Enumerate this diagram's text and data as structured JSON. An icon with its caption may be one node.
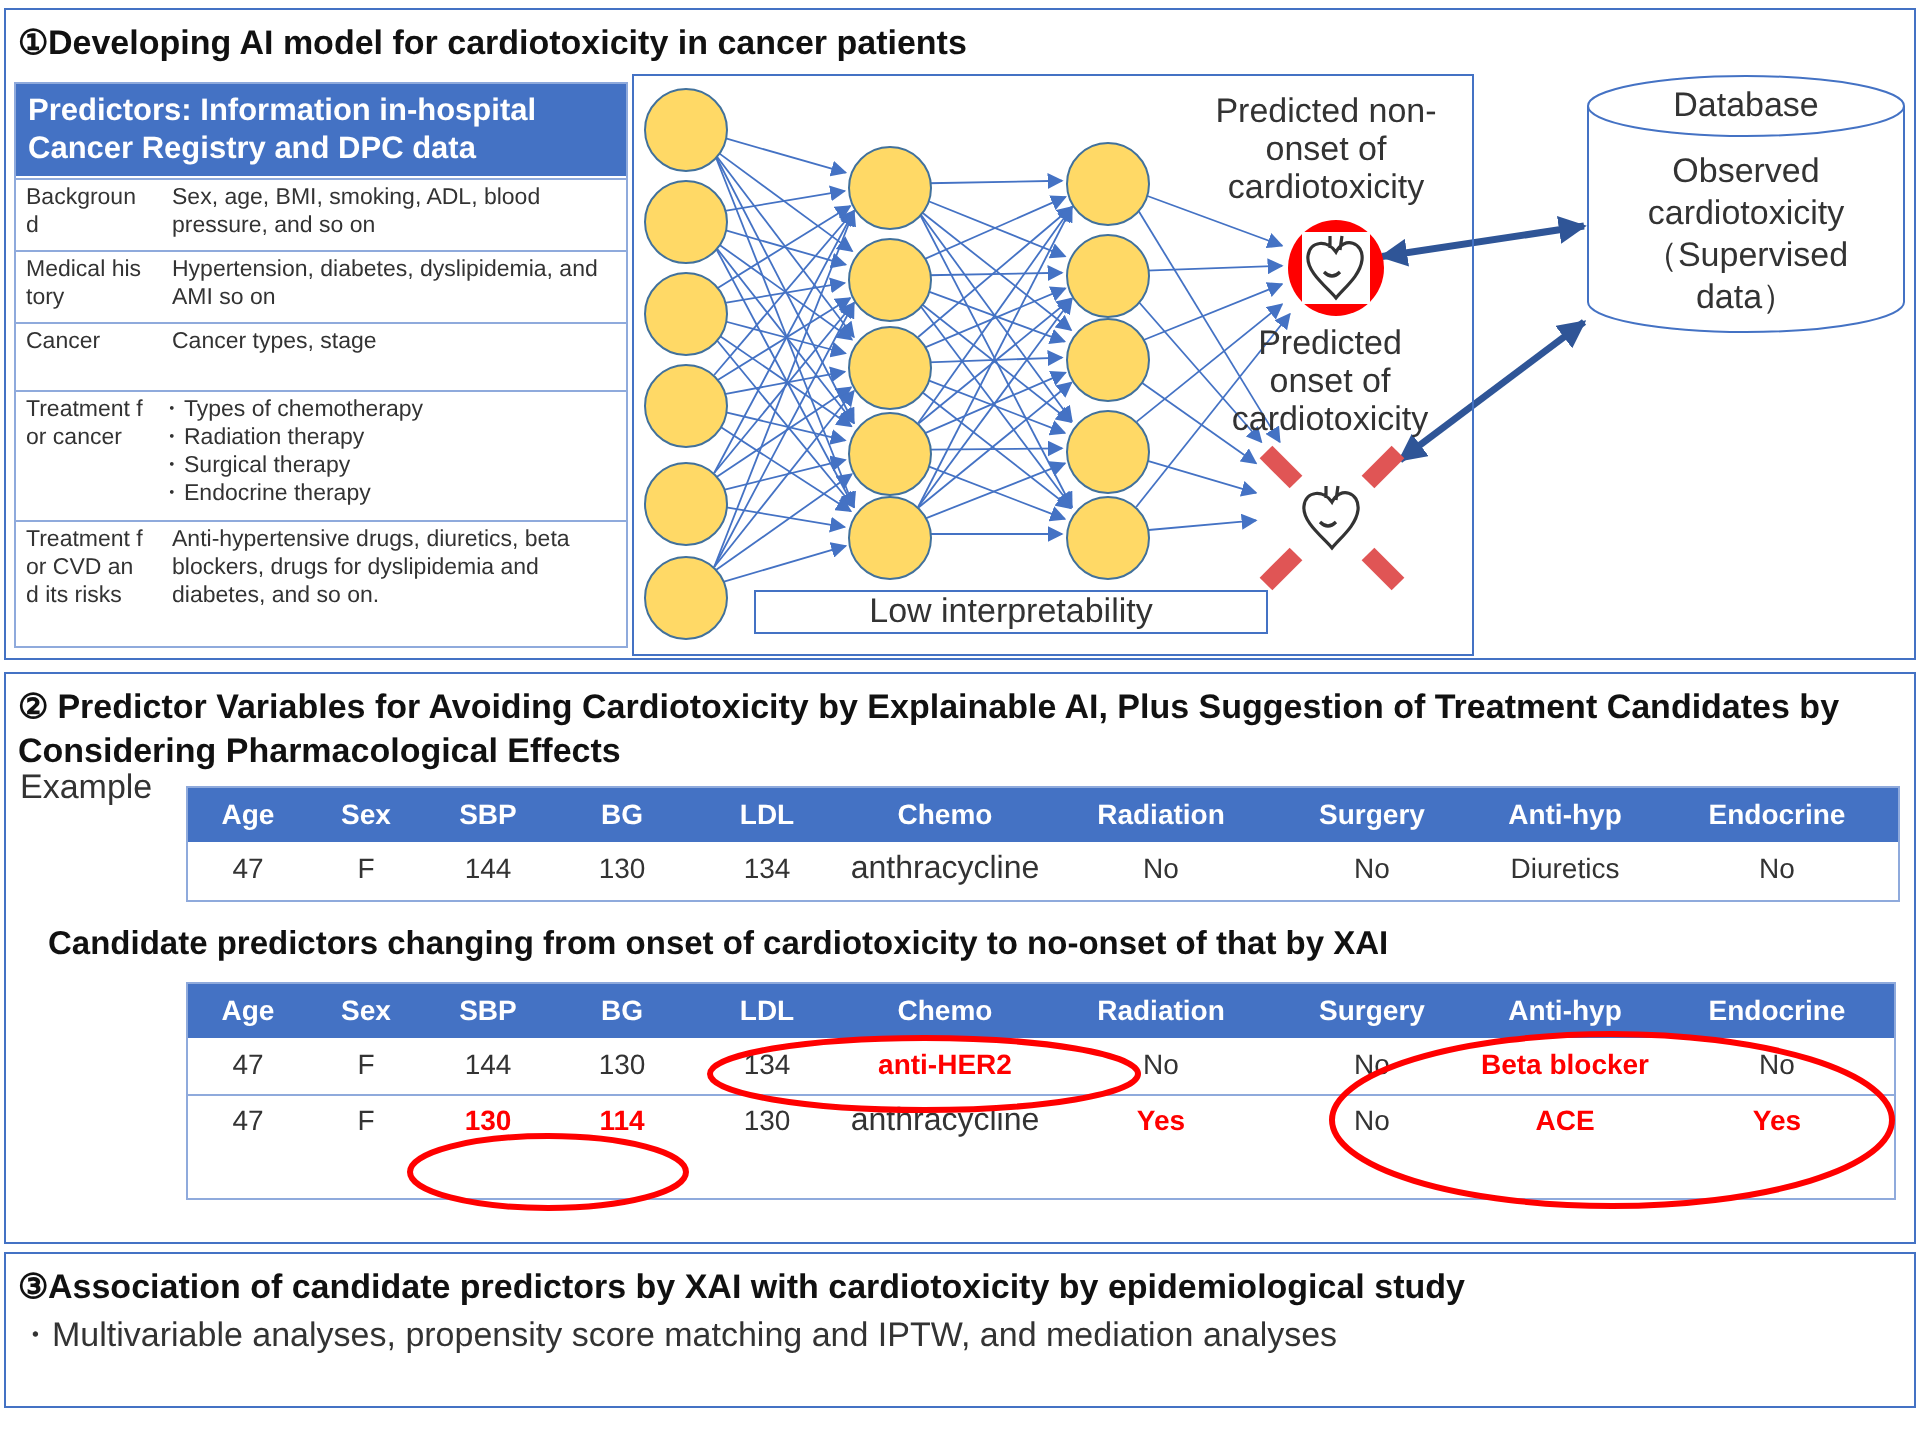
{
  "diagram": {
    "nodes": [
      {
        "text": [
          "①Developing AI model for cardiotoxicity in cancer patients"
        ]
      },
      {
        "text": [
          "Predictors: Information in-hospital Cancer Registry and DPC data"
        ],
        "in": 0
      },
      {
        "text": [],
        "shape": "box",
        "in": 0
      },
      {
        "text": [],
        "shape": "circle",
        "in": 2
      },
      {
        "text": [],
        "shape": "circle",
        "in": 2
      },
      {
        "text": [],
        "shape": "circle",
        "in": 2
      },
      {
        "text": [],
        "shape": "circle",
        "in": 2
      },
      {
        "text": [],
        "shape": "circle",
        "in": 2
      },
      {
        "text": [],
        "shape": "circle",
        "in": 2
      },
      {
        "text": [],
        "shape": "circle",
        "in": 2
      },
      {
        "text": [],
        "shape": "circle",
        "in": 2
      },
      {
        "text": [],
        "shape": "circle",
        "in": 2
      },
      {
        "text": [],
        "shape": "circle",
        "in": 2
      },
      {
        "text": [],
        "shape": "circle",
        "in": 2
      },
      {
        "text": [],
        "shape": "circle",
        "in": 2
      },
      {
        "text": [],
        "shape": "circle",
        "in": 2
      },
      {
        "text": [],
        "shape": "circle",
        "in": 2
      },
      {
        "text": [],
        "shape": "circle",
        "in": 2
      },
      {
        "text": [],
        "shape": "circle",
        "in": 2
      },
      {
        "text": [],
        "shape": "heart",
        "in": 2,
        "beside": [
          "Predicted non-onset of cardiotoxicity"
        ]
      },
      {
        "text": [],
        "shape": "heart",
        "in": 2,
        "beside": [
          "Predicted onset of cardiotoxicity"
        ]
      },
      {
        "text": [
          "Low interpretability"
        ],
        "in": 2
      },
      {
        "text": [
          "Database",
          "Observed cardiotoxicity（Supervised data）"
        ],
        "in": 0
      },
      {
        "text": [
          "② Predictor Variables for Avoiding Cardiotoxicity by Explainable AI, Plus Suggestion of Treatment Candidates by Considering Pharmacological Effects"
        ]
      },
      {
        "text": [
          "③Association of candidate predictors by XAI with cardiotoxicity by epidemiological study",
          "・Multivariable analyses, propensity score matching and IPTW, and mediation analyses"
        ]
      }
    ],
    "edges": [
      {
        "from": 3,
        "to": 9,
        "arrow": "to"
      },
      {
        "from": 3,
        "to": 10,
        "arrow": "to"
      },
      {
        "from": 3,
        "to": 11,
        "arrow": "to"
      },
      {
        "from": 3,
        "to": 12,
        "arrow": "to"
      },
      {
        "from": 3,
        "to": 13,
        "arrow": "to"
      },
      {
        "from": 4,
        "to": 9,
        "arrow": "to"
      },
      {
        "from": 4,
        "to": 10,
        "arrow": "to"
      },
      {
        "from": 4,
        "to": 11,
        "arrow": "to"
      },
      {
        "from": 4,
        "to": 12,
        "arrow": "to"
      },
      {
        "from": 4,
        "to": 13,
        "arrow": "to"
      },
      {
        "from": 5,
        "to": 9,
        "arrow": "to"
      },
      {
        "from": 5,
        "to": 10,
        "arrow": "to"
      },
      {
        "from": 5,
        "to": 11,
        "arrow": "to"
      },
      {
        "from": 5,
        "to": 12,
        "arrow": "to"
      },
      {
        "from": 5,
        "to": 13,
        "arrow": "to"
      },
      {
        "from": 6,
        "to": 9,
        "arrow": "to"
      },
      {
        "from": 6,
        "to": 10,
        "arrow": "to"
      },
      {
        "from": 6,
        "to": 11,
        "arrow": "to"
      },
      {
        "from": 6,
        "to": 12,
        "arrow": "to"
      },
      {
        "from": 6,
        "to": 13,
        "arrow": "to"
      },
      {
        "from": 7,
        "to": 9,
        "arrow": "to"
      },
      {
        "from": 7,
        "to": 10,
        "arrow": "to"
      },
      {
        "from": 7,
        "to": 11,
        "arrow": "to"
      },
      {
        "from": 7,
        "to": 12,
        "arrow": "to"
      },
      {
        "from": 7,
        "to": 13,
        "arrow": "to"
      },
      {
        "from": 8,
        "to": 9,
        "arrow": "to"
      },
      {
        "from": 8,
        "to": 10,
        "arrow": "to"
      },
      {
        "from": 8,
        "to": 11,
        "arrow": "to"
      },
      {
        "from": 8,
        "to": 12,
        "arrow": "to"
      },
      {
        "from": 8,
        "to": 13,
        "arrow": "to"
      },
      {
        "from": 9,
        "to": 14,
        "arrow": "to"
      },
      {
        "from": 9,
        "to": 15,
        "arrow": "to"
      },
      {
        "from": 9,
        "to": 16,
        "arrow": "to"
      },
      {
        "from": 9,
        "to": 17,
        "arrow": "to"
      },
      {
        "from": 9,
        "to": 18,
        "arrow": "to"
      },
      {
        "from": 10,
        "to": 14,
        "arrow": "to"
      },
      {
        "from": 10,
        "to": 15,
        "arrow": "to"
      },
      {
        "from": 10,
        "to": 16,
        "arrow": "to"
      },
      {
        "from": 10,
        "to": 17,
        "arrow": "to"
      },
      {
        "from": 10,
        "to": 18,
        "arrow": "to"
      },
      {
        "from": 11,
        "to": 14,
        "arrow": "to"
      },
      {
        "from": 11,
        "to": 15,
        "arrow": "to"
      },
      {
        "from": 11,
        "to": 16,
        "arrow": "to"
      },
      {
        "from": 11,
        "to": 17,
        "arrow": "to"
      },
      {
        "from": 11,
        "to": 18,
        "arrow": "to"
      },
      {
        "from": 12,
        "to": 14,
        "arrow": "to"
      },
      {
        "from": 12,
        "to": 15,
        "arrow": "to"
      },
      {
        "from": 12,
        "to": 16,
        "arrow": "to"
      },
      {
        "from": 12,
        "to": 17,
        "arrow": "to"
      },
      {
        "from": 12,
        "to": 18,
        "arrow": "to"
      },
      {
        "from": 13,
        "to": 14,
        "arrow": "to"
      },
      {
        "from": 13,
        "to": 15,
        "arrow": "to"
      },
      {
        "from": 13,
        "to": 16,
        "arrow": "to"
      },
      {
        "from": 13,
        "to": 17,
        "arrow": "to"
      },
      {
        "from": 13,
        "to": 18,
        "arrow": "to"
      },
      {
        "from": 14,
        "to": 19,
        "arrow": "to"
      },
      {
        "from": 14,
        "to": 20,
        "arrow": "to"
      },
      {
        "from": 15,
        "to": 19,
        "arrow": "to"
      },
      {
        "from": 15,
        "to": 20,
        "arrow": "to"
      },
      {
        "from": 16,
        "to": 19,
        "arrow": "to"
      },
      {
        "from": 16,
        "to": 20,
        "arrow": "to"
      },
      {
        "from": 17,
        "to": 19,
        "arrow": "to"
      },
      {
        "from": 17,
        "to": 20,
        "arrow": "to"
      },
      {
        "from": 18,
        "to": 19,
        "arrow": "to"
      },
      {
        "from": 18,
        "to": 20,
        "arrow": "to"
      },
      {
        "from": 19,
        "to": 22,
        "arrow": "both",
        "style": "thick",
        "color": "#2f5597"
      },
      {
        "from": 20,
        "to": 22,
        "arrow": "both",
        "style": "thick",
        "color": "#2f5597"
      }
    ],
    "labels": [
      "Background",
      "Sex, age, BMI, smoking, ADL, blood pressure, and so on",
      "Medical history",
      "Hypertension, diabetes, dyslipidemia, and AMI so on",
      "Cancer",
      "Cancer types, stage",
      "Treatment for cancer",
      "・Types of chemotherapy",
      "・Radiation therapy",
      "・Surgical therapy",
      "・Endocrine therapy",
      "Treatment for CVD and its risks",
      "Anti-hypertensive drugs, diuretics, beta blockers, drugs for dyslipidemia and diabetes, and so on.",
      "Example",
      "Age",
      "Sex",
      "SBP",
      "BG",
      "LDL",
      "Chemo",
      "Radiation",
      "Surgery",
      "Anti-hyp",
      "Endocrine",
      "47",
      "F",
      "144",
      "130",
      "134",
      "anthracycline",
      "No",
      "No",
      "Diuretics",
      "No",
      "Candidate predictors changing from onset of cardiotoxicity to no-onset of that by XAI",
      "Age",
      "Sex",
      "SBP",
      "BG",
      "LDL",
      "Chemo",
      "Radiation",
      "Surgery",
      "Anti-hyp",
      "Endocrine",
      "47",
      "F",
      "144",
      "130",
      "134",
      "anti-HER2",
      "No",
      "No",
      "Beta blocker",
      "No",
      "47",
      "F",
      "130",
      "114",
      "130",
      "anthracycline",
      "Yes",
      "No",
      "ACE",
      "Yes"
    ]
  }
}
